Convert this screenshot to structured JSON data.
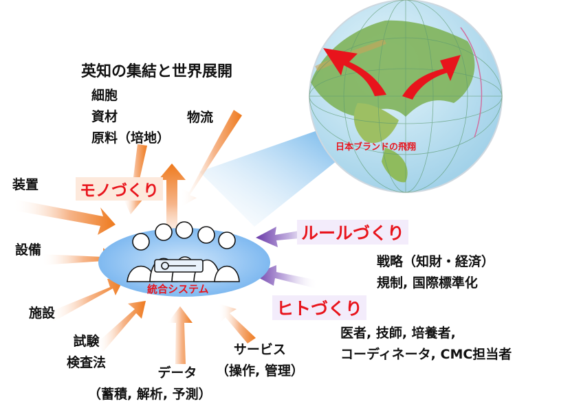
{
  "title": "英知の集結と世界展開",
  "center_label": "統合システム",
  "globe_label": "日本ブランドの飛翔",
  "sections": {
    "mono": "モノづくり",
    "rule": "ルールづくり",
    "hito": "ヒトづくり"
  },
  "labels": {
    "saibo_lines": [
      "細胞",
      "資材",
      "原料（培地）"
    ],
    "butsuryu": "物流",
    "souchi": "装置",
    "setsubi": "設備",
    "shisetsu": "施設",
    "shiken_lines": [
      "試験",
      "検査法"
    ],
    "data_lines": [
      "データ",
      "（蓄積, 解析, 予測）"
    ],
    "service_lines": [
      "サービス",
      "（操作, 管理）"
    ],
    "rule_detail_lines": [
      "戦略（知財・経済）",
      "規制, 国際標準化"
    ],
    "hito_detail_lines": [
      "医者, 技師, 培養者,",
      "コーディネータ, CMC担当者"
    ]
  },
  "colors": {
    "orange_arrow": "#ee7a1e",
    "purple_arrow": "#6a3aa8",
    "red_text": "#e8141c",
    "blue_beam": "#4aa3e6",
    "ocean": "#bfe3f2",
    "land": "#7fb35a"
  },
  "icons": [
    "people-group-illustration",
    "globe-icon"
  ]
}
